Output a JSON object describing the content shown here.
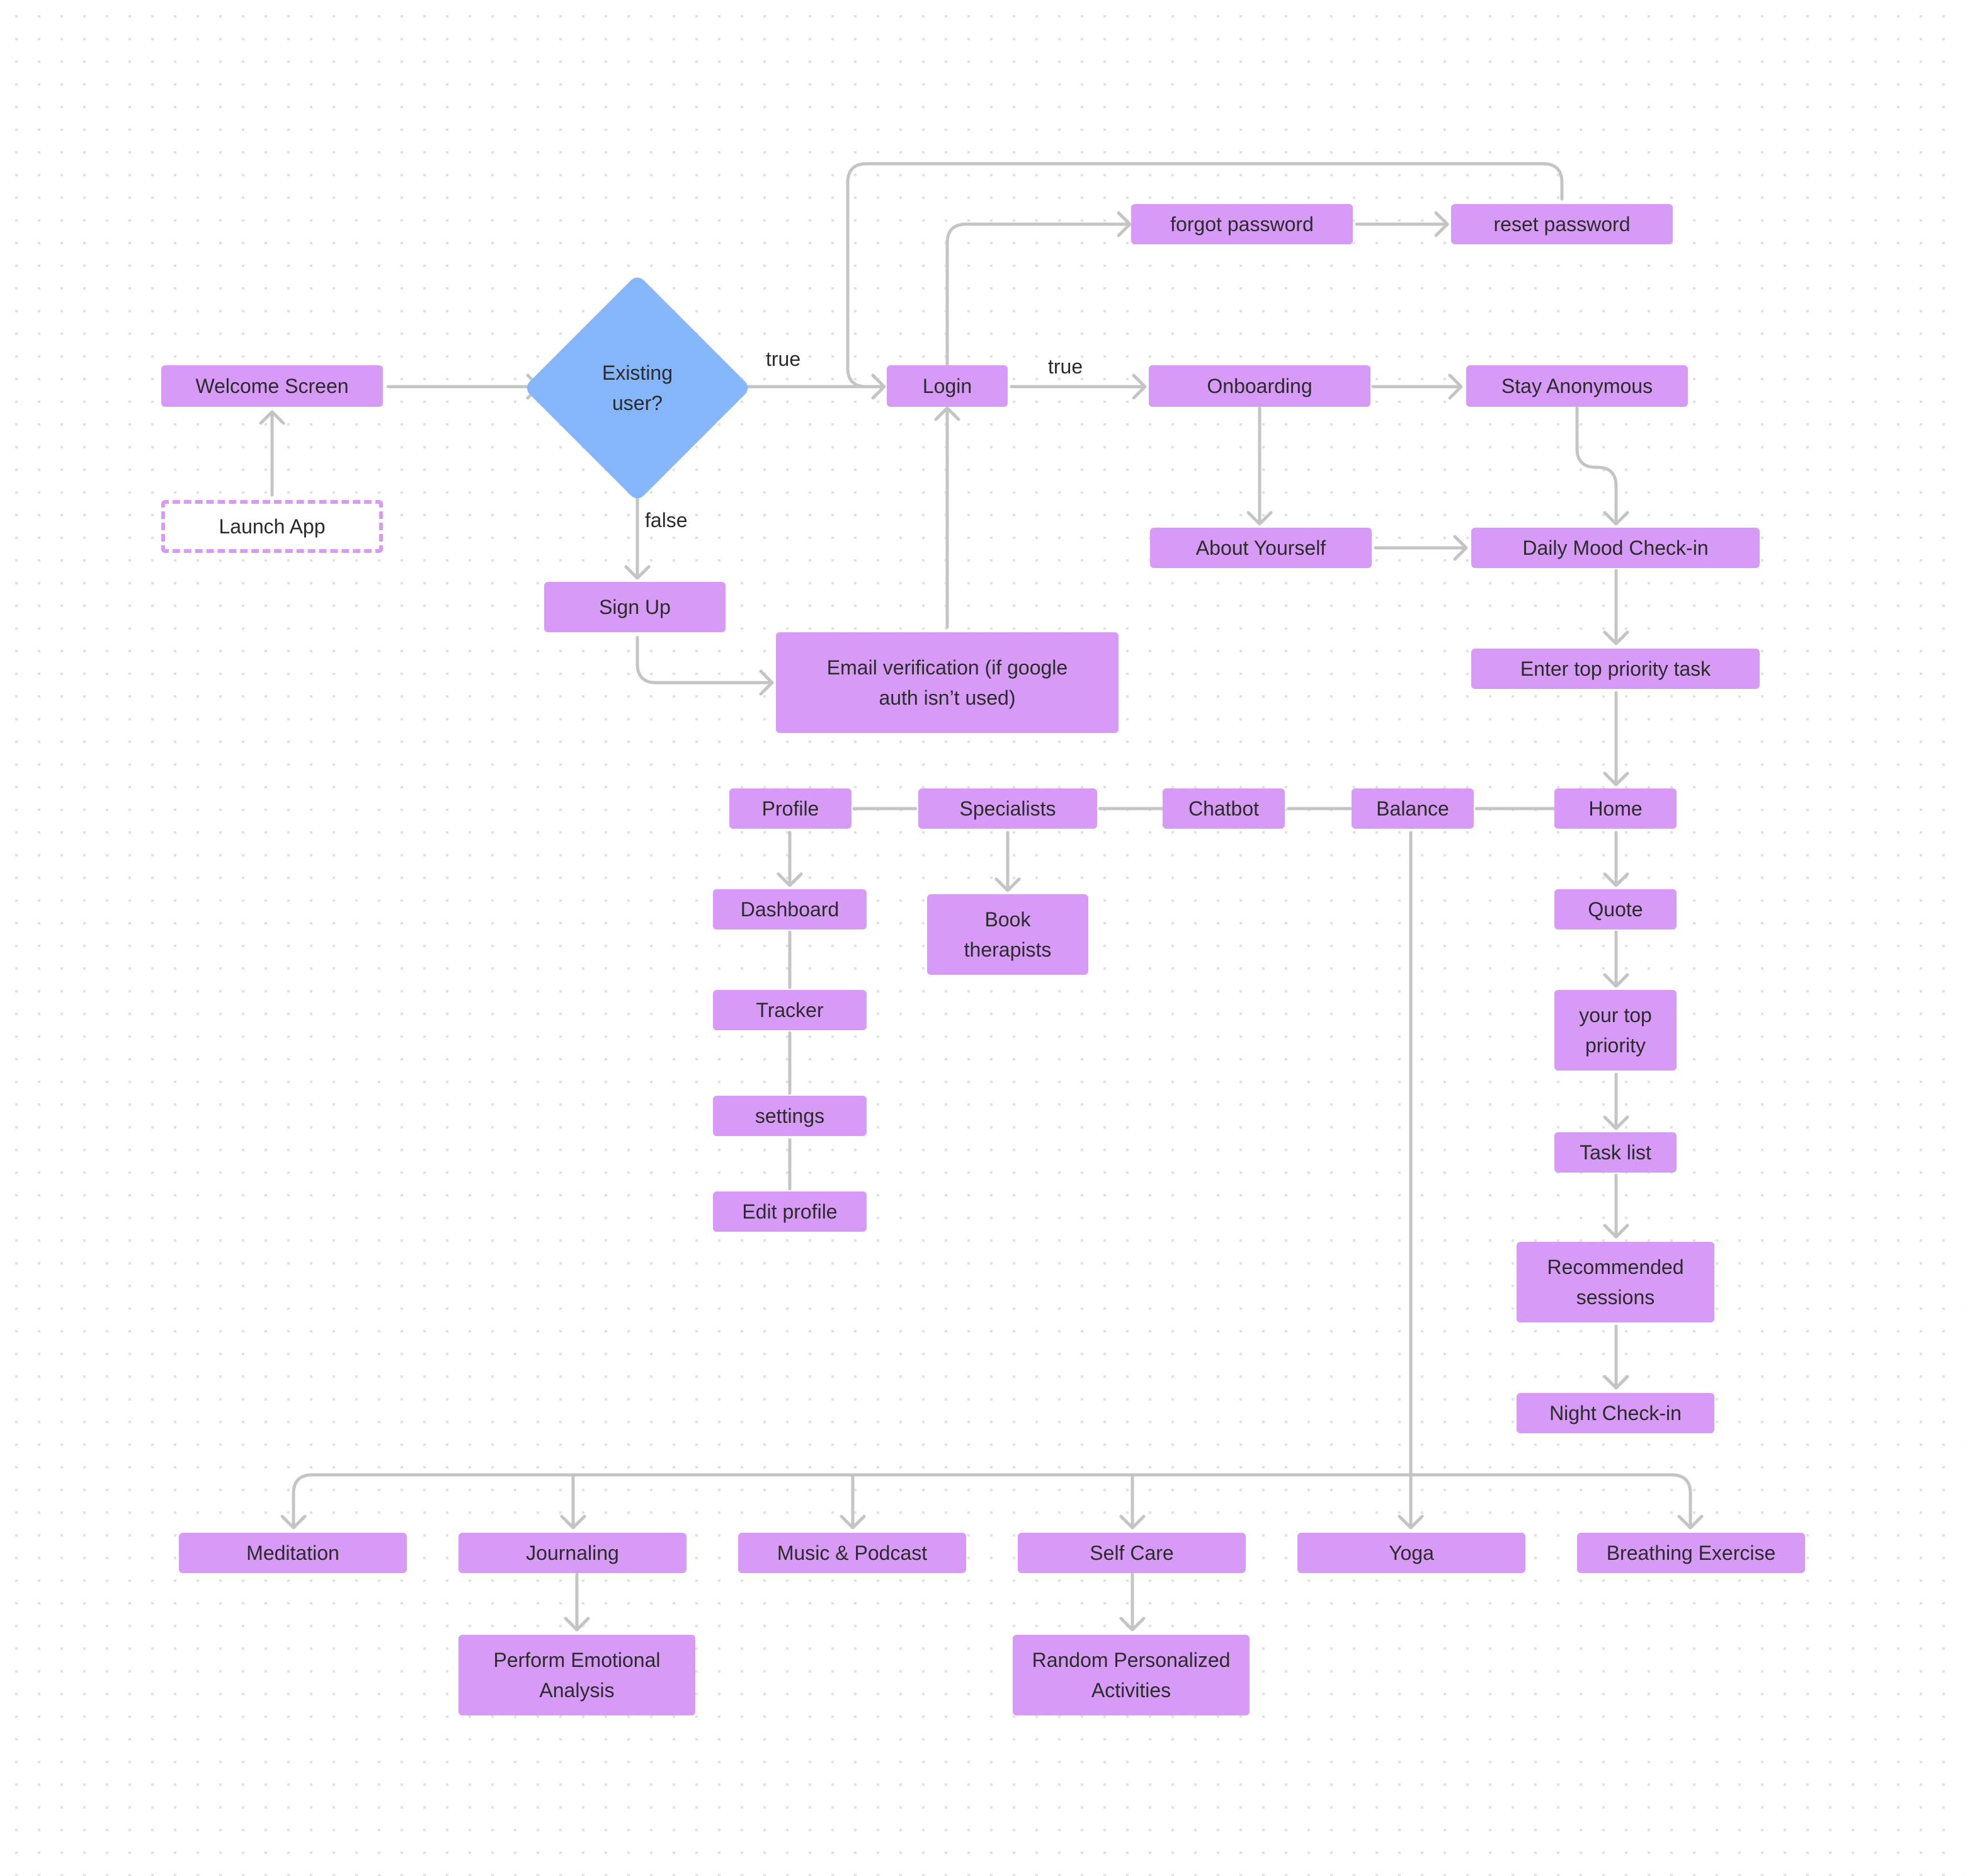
{
  "colors": {
    "node_fill": "#d89af7",
    "decision_fill": "#85b6fb",
    "connector": "#c4c4c4",
    "text": "#2b2b2b",
    "canvas_dots": "#e2e2e2"
  },
  "nodes": {
    "launch_app": "Launch App",
    "welcome_screen": "Welcome Screen",
    "existing_user": "Existing\nuser?",
    "login": "Login",
    "sign_up": "Sign Up",
    "email_verification": "Email verification (if google\nauth isn’t used)",
    "forgot_password": "forgot password",
    "reset_password": "reset password",
    "onboarding": "Onboarding",
    "stay_anonymous": "Stay Anonymous",
    "about_yourself": "About Yourself",
    "daily_mood_checkin": "Daily Mood Check-in",
    "enter_top_priority_task": "Enter top priority task",
    "home": "Home",
    "balance": "Balance",
    "chatbot": "Chatbot",
    "specialists": "Specialists",
    "profile": "Profile",
    "book_therapists": "Book\ntherapists",
    "dashboard": "Dashboard",
    "tracker": "Tracker",
    "settings": "settings",
    "edit_profile": "Edit profile",
    "quote": "Quote",
    "your_top_priority": "your top\npriority",
    "task_list": "Task list",
    "recommended_sessions": "Recommended\nsessions",
    "night_checkin": "Night Check-in",
    "meditation": "Meditation",
    "journaling": "Journaling",
    "music_podcast": "Music & Podcast",
    "self_care": "Self Care",
    "yoga": "Yoga",
    "breathing_exercise": "Breathing Exercise",
    "perform_emotional_analysis": "Perform Emotional\nAnalysis",
    "random_personalized_activities": "Random Personalized\nActivities"
  },
  "edge_labels": {
    "true_to_login": "true",
    "true_to_onboarding": "true",
    "false_to_signup": "false"
  },
  "edges": [
    {
      "from": "launch_app",
      "to": "welcome_screen"
    },
    {
      "from": "welcome_screen",
      "to": "existing_user"
    },
    {
      "from": "existing_user",
      "to": "login",
      "label": "true"
    },
    {
      "from": "existing_user",
      "to": "sign_up",
      "label": "false"
    },
    {
      "from": "sign_up",
      "to": "email_verification"
    },
    {
      "from": "email_verification",
      "to": "login"
    },
    {
      "from": "login",
      "to": "forgot_password"
    },
    {
      "from": "forgot_password",
      "to": "reset_password"
    },
    {
      "from": "reset_password",
      "to": "login"
    },
    {
      "from": "login",
      "to": "onboarding",
      "label": "true"
    },
    {
      "from": "onboarding",
      "to": "stay_anonymous"
    },
    {
      "from": "onboarding",
      "to": "about_yourself"
    },
    {
      "from": "stay_anonymous",
      "to": "daily_mood_checkin"
    },
    {
      "from": "about_yourself",
      "to": "daily_mood_checkin"
    },
    {
      "from": "daily_mood_checkin",
      "to": "enter_top_priority_task"
    },
    {
      "from": "enter_top_priority_task",
      "to": "home"
    },
    {
      "from": "home",
      "to": "balance"
    },
    {
      "from": "balance",
      "to": "chatbot"
    },
    {
      "from": "chatbot",
      "to": "specialists"
    },
    {
      "from": "specialists",
      "to": "profile"
    },
    {
      "from": "specialists",
      "to": "book_therapists"
    },
    {
      "from": "profile",
      "to": "dashboard"
    },
    {
      "from": "dashboard",
      "to": "tracker"
    },
    {
      "from": "tracker",
      "to": "settings"
    },
    {
      "from": "settings",
      "to": "edit_profile"
    },
    {
      "from": "home",
      "to": "quote"
    },
    {
      "from": "quote",
      "to": "your_top_priority"
    },
    {
      "from": "your_top_priority",
      "to": "task_list"
    },
    {
      "from": "task_list",
      "to": "recommended_sessions"
    },
    {
      "from": "recommended_sessions",
      "to": "night_checkin"
    },
    {
      "from": "balance",
      "to": "meditation"
    },
    {
      "from": "balance",
      "to": "journaling"
    },
    {
      "from": "balance",
      "to": "music_podcast"
    },
    {
      "from": "balance",
      "to": "self_care"
    },
    {
      "from": "balance",
      "to": "yoga"
    },
    {
      "from": "balance",
      "to": "breathing_exercise"
    },
    {
      "from": "journaling",
      "to": "perform_emotional_analysis"
    },
    {
      "from": "self_care",
      "to": "random_personalized_activities"
    }
  ]
}
